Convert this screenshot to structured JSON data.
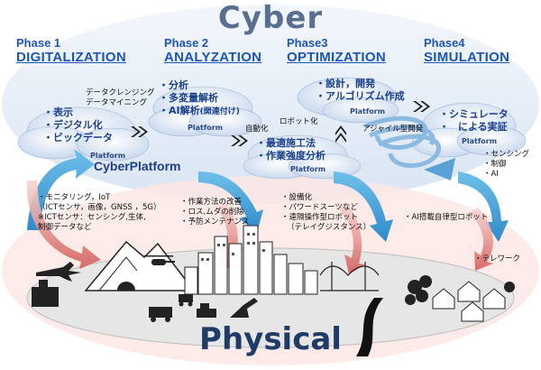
{
  "title_top": "Cyber",
  "title_bottom": "Physical",
  "phases": [
    {
      "number": "Phase 1",
      "name": "DIGITALIZATION"
    },
    {
      "number": "Phase 2",
      "name": "ANALYZATION"
    },
    {
      "number": "Phase3",
      "name": "OPTIMIZATION"
    },
    {
      "number": "Phase4",
      "name": "SIMULATION"
    }
  ],
  "phase1": {
    "items": [
      "表示",
      "デジタル化",
      "ビックデータ"
    ],
    "platform": "Platform"
  },
  "phase2": {
    "pre_labels": [
      "データクレンジング",
      "データマイニング"
    ],
    "items": [
      "分析",
      "多変量解析",
      "AI解析"
    ],
    "item3_suffix": "(関連付け)",
    "platform": "Platform"
  },
  "phase3": {
    "items": [
      "設計，開発",
      "アルゴリズム作成"
    ],
    "platform": "Platform",
    "agile": "アジャイル型開発"
  },
  "phase3b": {
    "items": [
      "最適施工法",
      "作業強度分析"
    ],
    "platform": "Platform"
  },
  "phase4": {
    "items": [
      "シミュレータ",
      "による実証"
    ],
    "platform": "Platform",
    "side": [
      "センシング",
      "制御",
      "AI"
    ]
  },
  "arrows": {
    "automation": "自動化",
    "robotization": "ロボット化"
  },
  "cyber_platform": "CyberPlatform",
  "physical_notes": {
    "col1": [
      "モニタリング，IoT",
      "（ICTセンサ，画像，GNSS ，5G）",
      "※ICTセンサ：センシング,生体,",
      "制御データなど"
    ],
    "col2": [
      "作業方法の改善",
      "ロス,ムダの削除",
      "予防メンテナンス"
    ],
    "col3": [
      "設備化",
      "パワードスーツなど",
      "遠隔操作型ロボット",
      "（テレイグジスタンス）"
    ],
    "col4": [
      "AI搭載自律型ロボット"
    ],
    "col5": [
      "テレワーク"
    ]
  }
}
